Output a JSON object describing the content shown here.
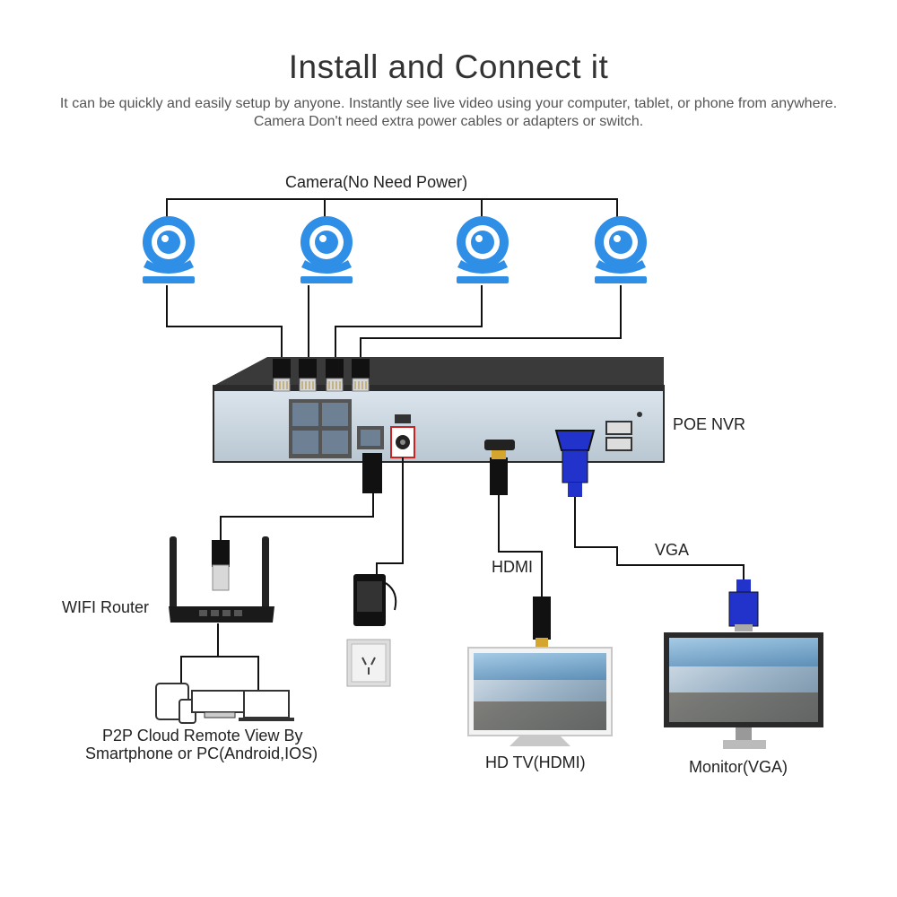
{
  "header": {
    "title": "Install and Connect it",
    "subtitle_line1": "It can be quickly and easily setup by anyone. Instantly see live video using your computer, tablet, or phone from anywhere.",
    "subtitle_line2": "Camera Don't need extra power cables or adapters or switch."
  },
  "labels": {
    "cameras": "Camera(No Need Power)",
    "nvr": "POE NVR",
    "router": "WIFI Router",
    "p2p_line1": "P2P Cloud Remote View By",
    "p2p_line2": "Smartphone or PC(Android,IOS)",
    "hdmi": "HDMI",
    "vga": "VGA",
    "hdtv": "HD TV(HDMI)",
    "monitor": "Monitor(VGA)"
  },
  "colors": {
    "camera_blue": "#2f8fe6",
    "line": "#111111",
    "nvr_body": "#3a3a3a",
    "nvr_front": "#c9d4dc",
    "vga_blue": "#2233cc"
  }
}
